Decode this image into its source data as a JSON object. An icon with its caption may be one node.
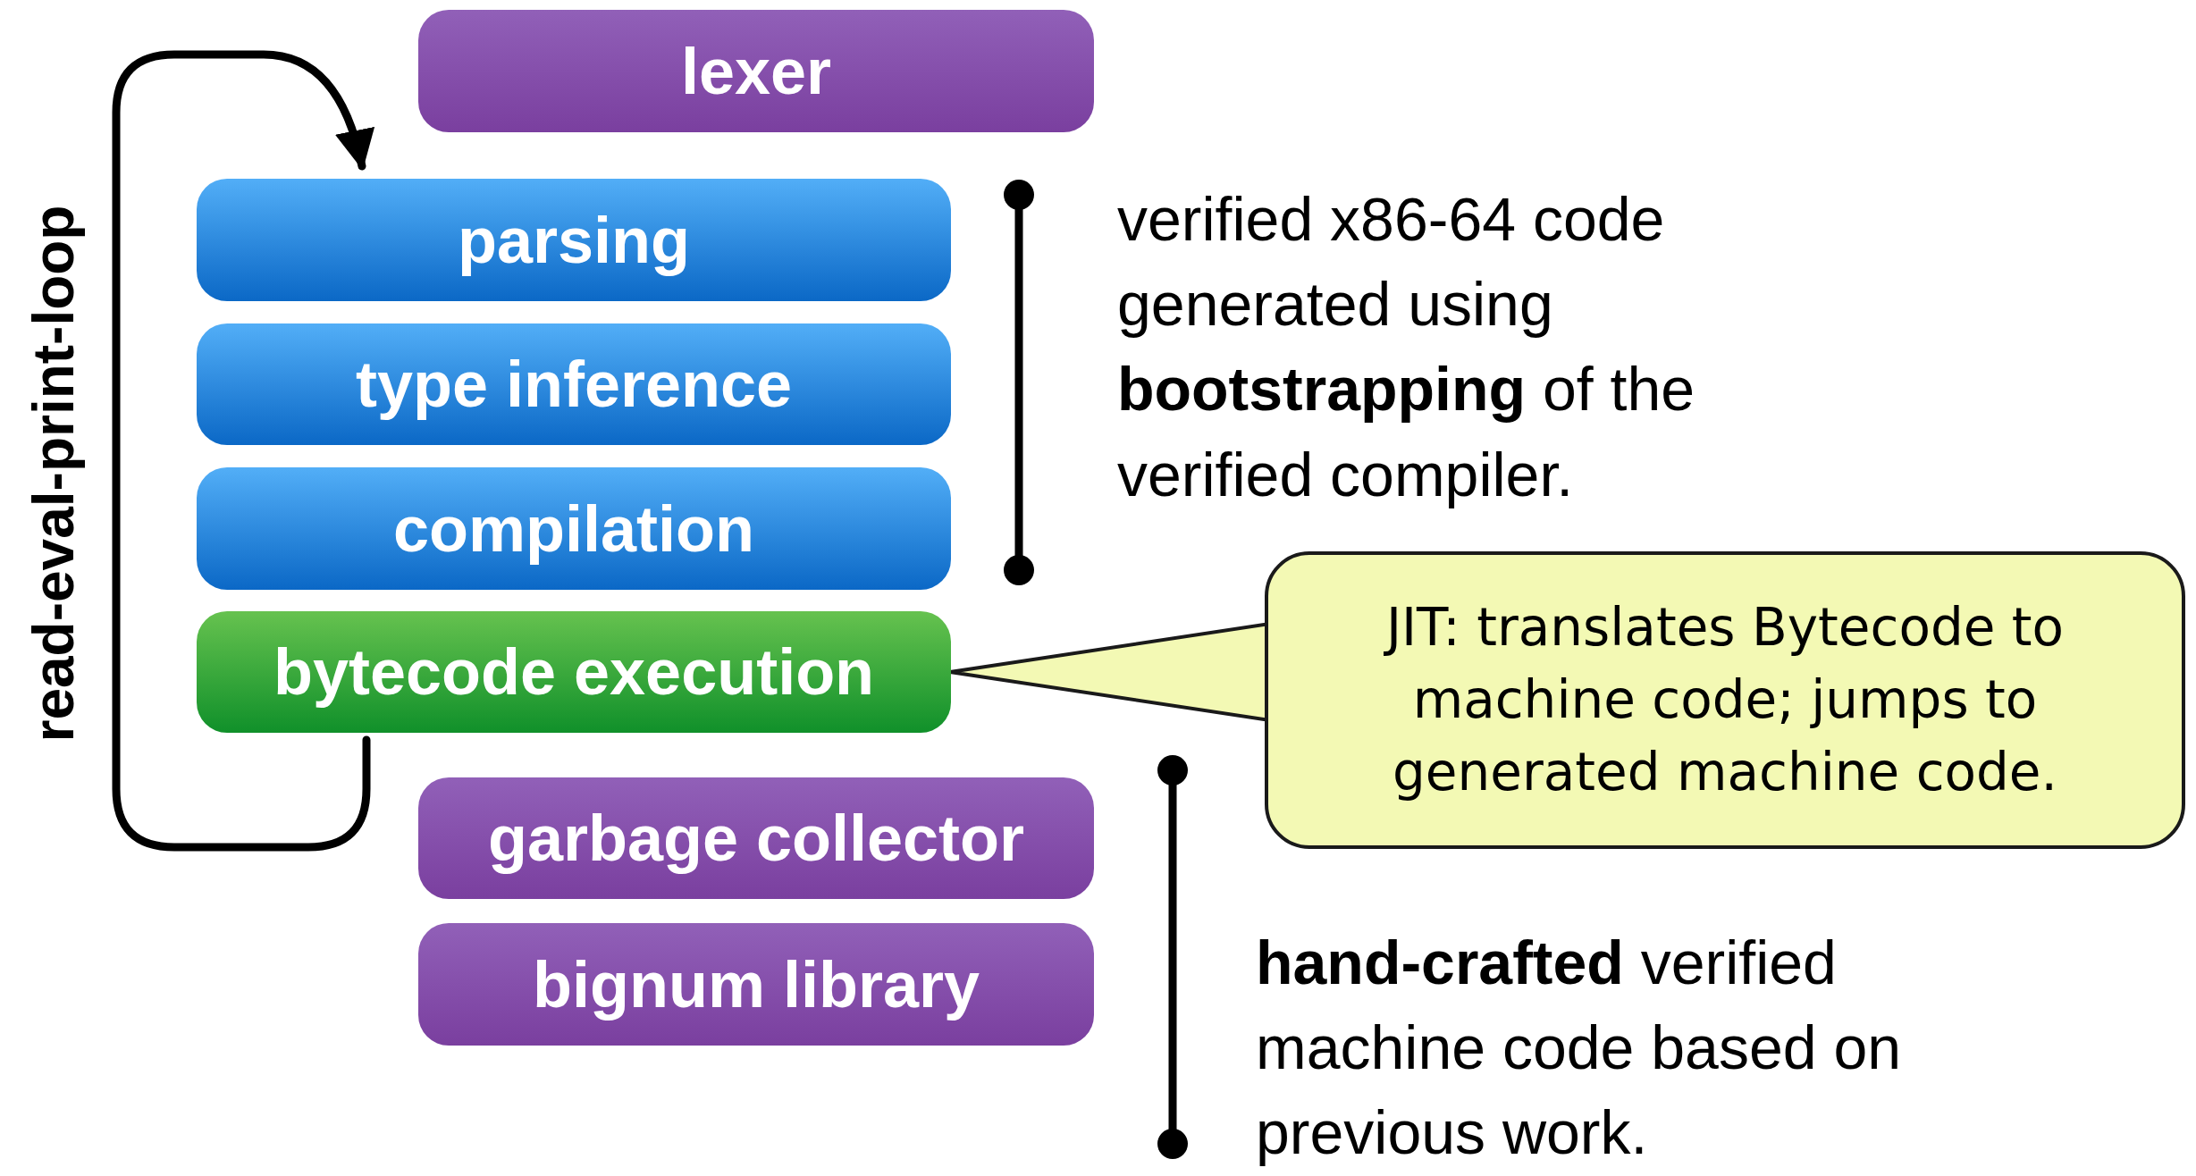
{
  "diagram": {
    "nodes": [
      {
        "text": [
          "lexer"
        ]
      },
      {
        "text": [
          "parsing"
        ]
      },
      {
        "text": [
          "type inference"
        ]
      },
      {
        "text": [
          "compilation"
        ]
      },
      {
        "text": [
          "bytecode execution"
        ]
      },
      {
        "text": [
          "garbage collector"
        ]
      },
      {
        "text": [
          "bignum library"
        ]
      },
      {
        "text": [
          "JIT: translates Bytecode to machine code; jumps to generated machine code."
        ]
      }
    ],
    "edges": [
      {
        "from": 4,
        "to": 1,
        "arrow": "to",
        "label": "read-eval-print-loop"
      },
      {
        "from": 7,
        "to": 4,
        "arrow": "none"
      }
    ],
    "labels": [
      "verified x86-64 code generated using **bootstrapping** of the verified compiler.",
      "**hand-crafted** verified machine code based on previous work."
    ]
  }
}
